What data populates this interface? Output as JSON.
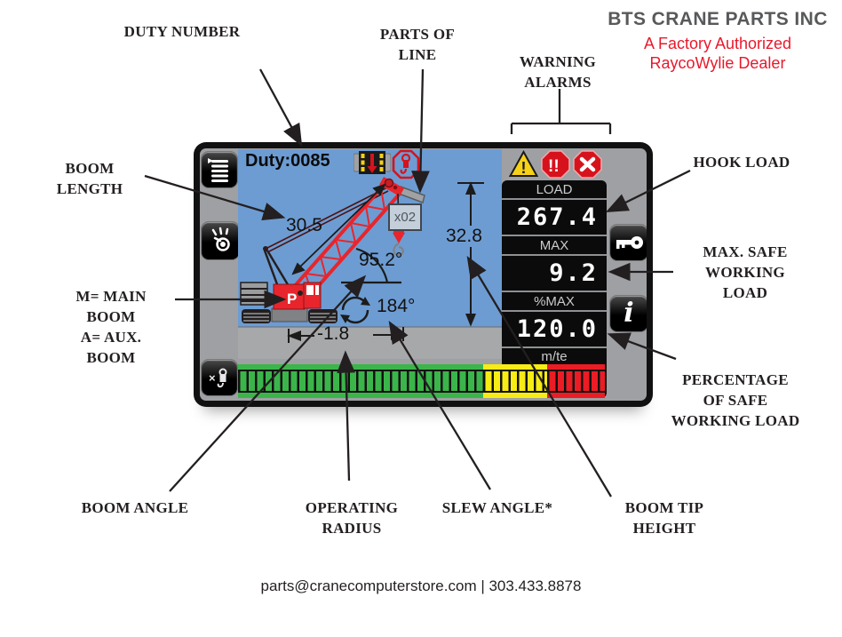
{
  "header": {
    "brand": "BTS CRANE PARTS INC",
    "tagline": [
      "A Factory Authorized",
      "RaycoWylie Dealer"
    ]
  },
  "callouts": {
    "duty_number": "DUTY NUMBER",
    "parts_of_line": [
      "PARTS OF",
      "LINE"
    ],
    "warning_alarms": [
      "WARNING",
      "ALARMS"
    ],
    "hook_load": "HOOK LOAD",
    "max_safe_working_load": [
      "MAX. SAFE",
      "WORKING",
      "LOAD"
    ],
    "percentage_of_safe_working_load": [
      "PERCENTAGE",
      "OF SAFE",
      "WORKING LOAD"
    ],
    "boom_length": [
      "BOOM",
      "LENGTH"
    ],
    "main_aux_boom": [
      "M= MAIN",
      "BOOM",
      "A= AUX.",
      "BOOM"
    ],
    "boom_angle": "BOOM ANGLE",
    "operating_radius": [
      "OPERATING",
      "RADIUS"
    ],
    "slew_angle": "SLEW ANGLE*",
    "boom_tip_height": [
      "BOOM TIP",
      "HEIGHT"
    ]
  },
  "display": {
    "duty": "Duty:0085",
    "crane_label": "P",
    "readings": {
      "boom_length": "30.5",
      "boom_angle": "95.2°",
      "slew_angle": "184°",
      "operating_radius": "-1.8",
      "boom_tip_height": "32.8",
      "parts_of_line": "x02"
    },
    "panel": {
      "load_label": "LOAD",
      "load_value": "267.4",
      "max_label": "MAX",
      "max_value": "9.2",
      "pct_label": "%MAX",
      "pct_value": "120.0",
      "units": "m/te"
    },
    "alarm_glyphs": {
      "warning": "!",
      "alarm": "!!"
    },
    "bypass_glyph": "×",
    "info_glyph": "i",
    "bar": {
      "green_pct": 66.8,
      "yellow_pct": 17.4,
      "red_pct": 15.8
    },
    "colors": {
      "sky": "#6D9CD2",
      "ground": "#A7A8AA",
      "bezel": "#111111",
      "chrome": "#9EA0A3",
      "crane_red": "#E8252C",
      "bar_green": "#3BB54A",
      "bar_yellow": "#F7EC13",
      "bar_red": "#EC1C24",
      "alarm_red": "#D6131C",
      "warning_yellow": "#F7D117"
    }
  },
  "footer": {
    "contact": "parts@cranecomputerstore.com  |  303.433.8878"
  }
}
